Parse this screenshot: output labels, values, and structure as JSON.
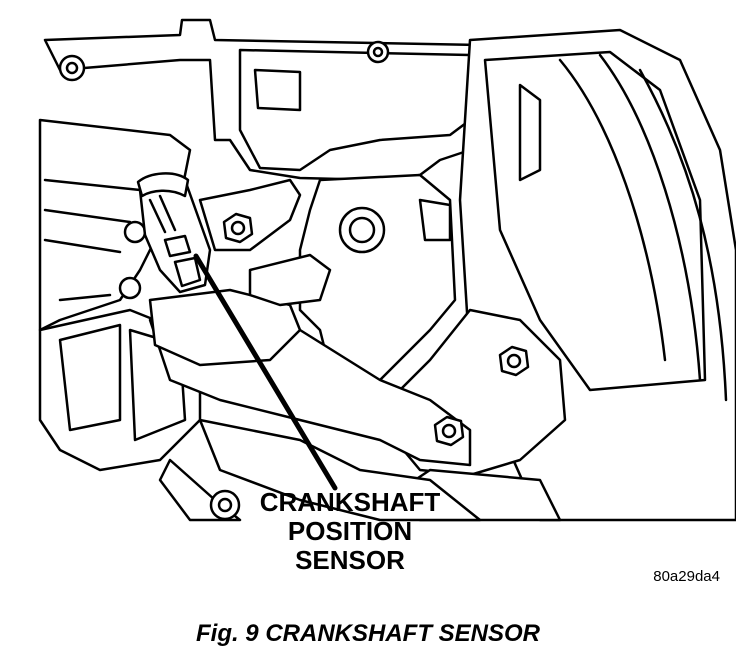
{
  "diagram": {
    "callout": {
      "line1": "CRANKSHAFT",
      "line2": "POSITION",
      "line3": "SENSOR"
    },
    "reference_code": "80a29da4"
  },
  "figure": {
    "caption": "Fig. 9 CRANKSHAFT SENSOR"
  }
}
